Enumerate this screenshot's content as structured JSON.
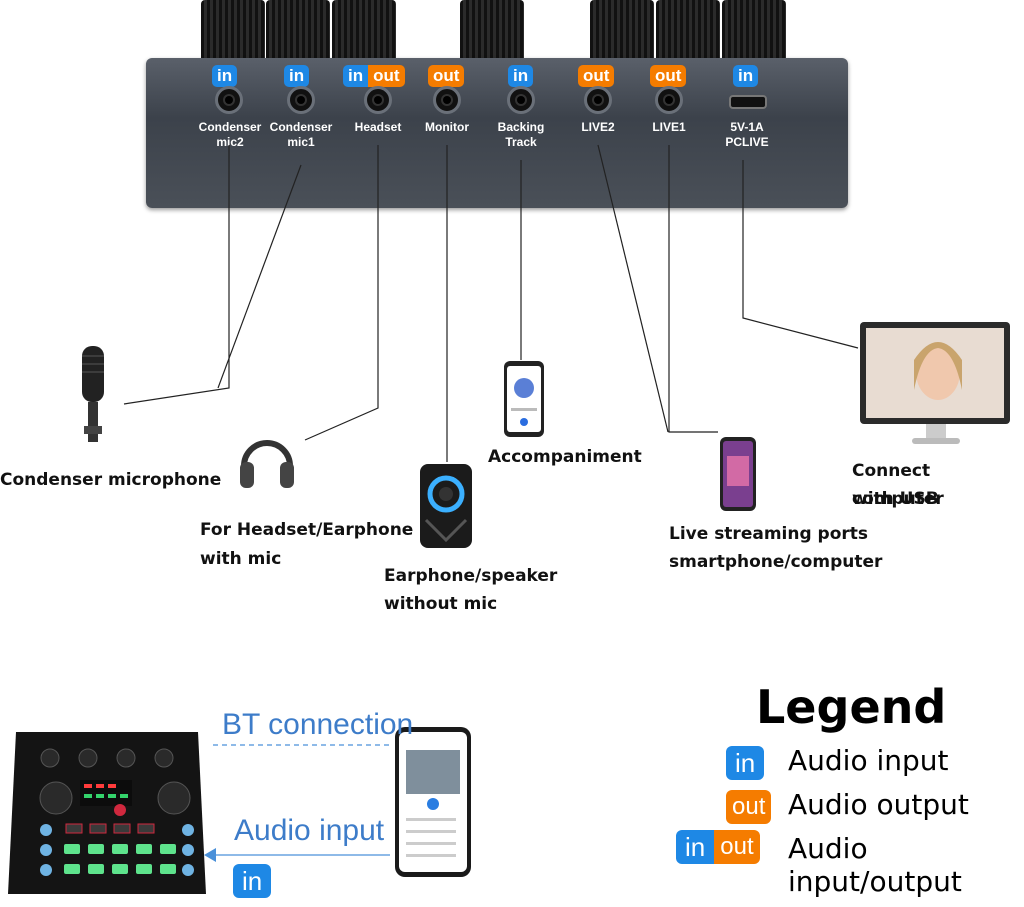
{
  "ports": [
    {
      "label": "Condenser mic2",
      "badge": [
        "in"
      ]
    },
    {
      "label": "Condenser mic1",
      "badge": [
        "in"
      ]
    },
    {
      "label": "Headset",
      "badge": [
        "in",
        "out"
      ]
    },
    {
      "label": "Monitor",
      "badge": [
        "out"
      ]
    },
    {
      "label": "Backing Track",
      "badge": [
        "in"
      ]
    },
    {
      "label": "LIVE2",
      "badge": [
        "out"
      ]
    },
    {
      "label": "LIVE1",
      "badge": [
        "out"
      ]
    },
    {
      "label": "5V-1A PCLIVE",
      "badge": [
        "in"
      ]
    }
  ],
  "devices": {
    "condenser": "Condenser microphone",
    "headset_line1": "For Headset/Earphone",
    "headset_line2": "with mic",
    "speaker_line1": "Earphone/speaker",
    "speaker_line2": "without mic",
    "accompaniment": "Accompaniment",
    "live_line1": "Live streaming ports",
    "live_line2": "smartphone/computer",
    "computer_line1": "Connect computer",
    "computer_line2": "with USB"
  },
  "bottom": {
    "bt": "BT connection",
    "audio_input": "Audio input",
    "in_badge": "in"
  },
  "legend": {
    "title": "Legend",
    "in": "in",
    "out": "out",
    "input": "Audio input",
    "output": "Audio output",
    "inout": "Audio input/output"
  }
}
